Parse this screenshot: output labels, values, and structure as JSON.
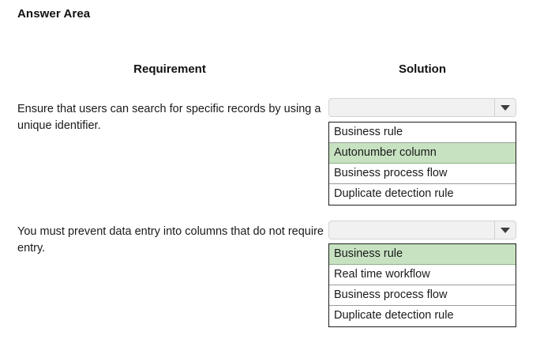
{
  "page": {
    "title": "Answer Area"
  },
  "headers": {
    "requirement": "Requirement",
    "solution": "Solution"
  },
  "colors": {
    "selected_option_bg": "#c7e2c1",
    "combobox_bg": "#f1f1f1",
    "list_border": "#1d1d1d",
    "text": "#1a1a1a"
  },
  "rows": [
    {
      "requirement": "Ensure that users can search for specific records by using a unique identifier.",
      "combobox": {
        "value": "",
        "arrow_icon": "chevron-down-icon"
      },
      "options": [
        {
          "label": "Business rule",
          "selected": false
        },
        {
          "label": "Autonumber column",
          "selected": true
        },
        {
          "label": "Business process flow",
          "selected": false
        },
        {
          "label": "Duplicate detection rule",
          "selected": false
        }
      ]
    },
    {
      "requirement": "You must prevent data entry into columns that do not require entry.",
      "combobox": {
        "value": "",
        "arrow_icon": "chevron-down-icon"
      },
      "options": [
        {
          "label": "Business rule",
          "selected": true
        },
        {
          "label": "Real time workflow",
          "selected": false
        },
        {
          "label": "Business process flow",
          "selected": false
        },
        {
          "label": "Duplicate detection rule",
          "selected": false
        }
      ]
    }
  ]
}
